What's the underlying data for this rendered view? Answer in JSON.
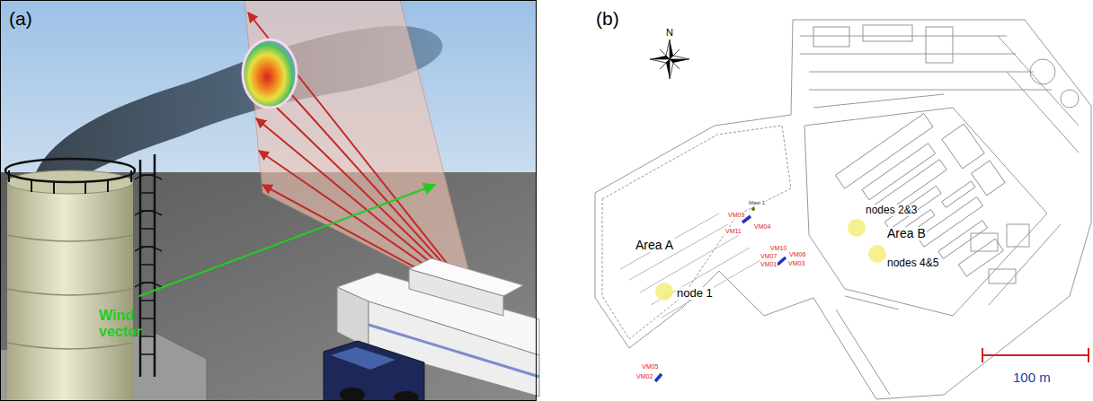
{
  "diagram": {
    "labels": [
      "(a)",
      "Wind vector",
      "(b)",
      "N",
      "Mast 1",
      "Area A",
      "Area B",
      "nodes 2&3",
      "nodes 4&5",
      "node 1",
      "VM09",
      "VM04",
      "VM11",
      "VM10",
      "VM07",
      "VM06",
      "VM01",
      "VM03",
      "VM05",
      "VM02",
      "100 m"
    ]
  }
}
